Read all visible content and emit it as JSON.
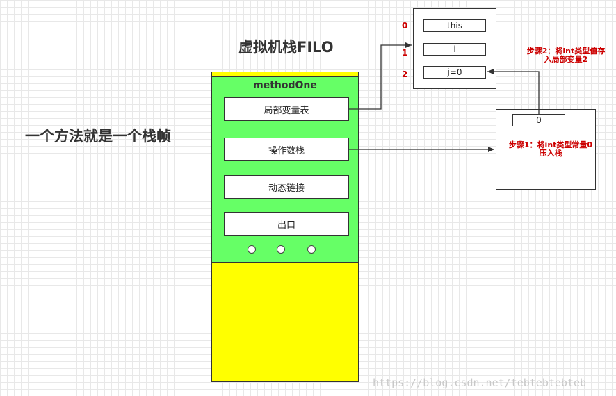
{
  "title": "虚拟机栈FILO",
  "side_note": "一个方法就是一个栈帧",
  "frame": {
    "name": "methodOne",
    "slots": [
      "局部变量表",
      "操作数栈",
      "动态链接",
      "出口"
    ]
  },
  "local_vars": {
    "indices": [
      "0",
      "1",
      "2"
    ],
    "cells": [
      "this",
      "i",
      "j=0"
    ]
  },
  "operand_stack": {
    "value": "0"
  },
  "notes": {
    "step1_line1": "步骤1：将int类型常量0",
    "step1_line2": "压入栈",
    "step2_line1": "步骤2：将int类型值存",
    "step2_line2": "入局部变量2"
  },
  "watermark": "https://blog.csdn.net/tebtebtebteb",
  "colors": {
    "frame_green": "#66ff66",
    "stack_yellow": "#ffff00",
    "note_red": "#cc0000"
  }
}
